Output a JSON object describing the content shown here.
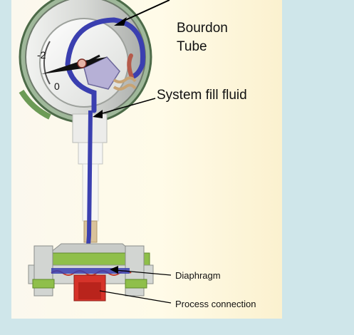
{
  "labels": {
    "bourdon_tube_line1": "Bourdon",
    "bourdon_tube_line2": "Tube",
    "system_fill_fluid": "System fill fluid",
    "diaphragm": "Diaphragm",
    "process_connection": "Process connection"
  },
  "gauge_scale": [
    "-2",
    "0"
  ],
  "colors": {
    "fill_fluid": "#3a3fb0",
    "process_connection": "#d6332a",
    "flange": "#8fbf4a",
    "metal": "#c9ccc9",
    "background": "#cfe6ea"
  }
}
